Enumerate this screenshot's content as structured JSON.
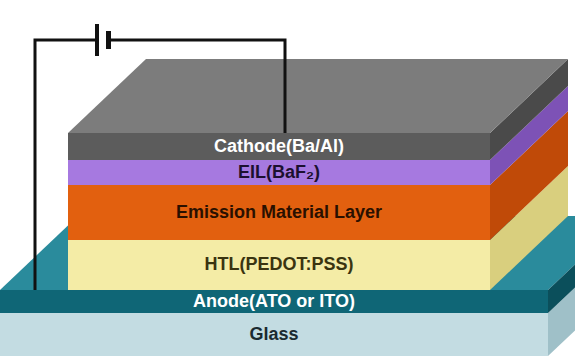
{
  "diagram": {
    "nodes": [
      {
        "text": [
          "Cathode(Ba/Al)"
        ]
      },
      {
        "text": [
          "EIL(BaF₂)"
        ]
      },
      {
        "text": [
          "Emission Material Layer"
        ]
      },
      {
        "text": [
          "HTL(PEDOT:PSS)"
        ]
      },
      {
        "text": [
          "Anode(ATO or ITO)"
        ]
      },
      {
        "text": [
          "Glass"
        ]
      }
    ],
    "edges": [
      {
        "from": 4,
        "to": 0,
        "arrow": "none"
      }
    ]
  }
}
